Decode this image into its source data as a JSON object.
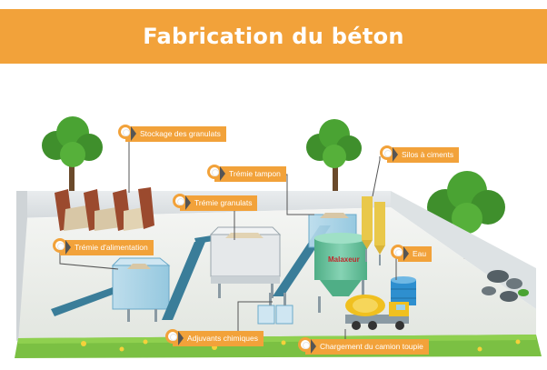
{
  "header": {
    "title": "Fabrication du béton"
  },
  "labels": {
    "stockage": "Stockage des granulats",
    "tremie_tampon": "Trémie tampon",
    "silos": "Silos à ciments",
    "tremie_granulats": "Trémie granulats",
    "eau": "Eau",
    "tremie_alimentation": "Trémie d'alimentation",
    "malaxeur": "Malaxeur",
    "adjuvants": "Adjuvants chimiques",
    "chargement": "Chargement du camion toupie"
  },
  "colors": {
    "accent": "#f2a23a",
    "tank_blue": "#7ab7d8",
    "mixer_green": "#6cc0a0",
    "grass": "#7bc043",
    "silo_yellow": "#e9c84a",
    "truck_yellow": "#f0c020"
  }
}
